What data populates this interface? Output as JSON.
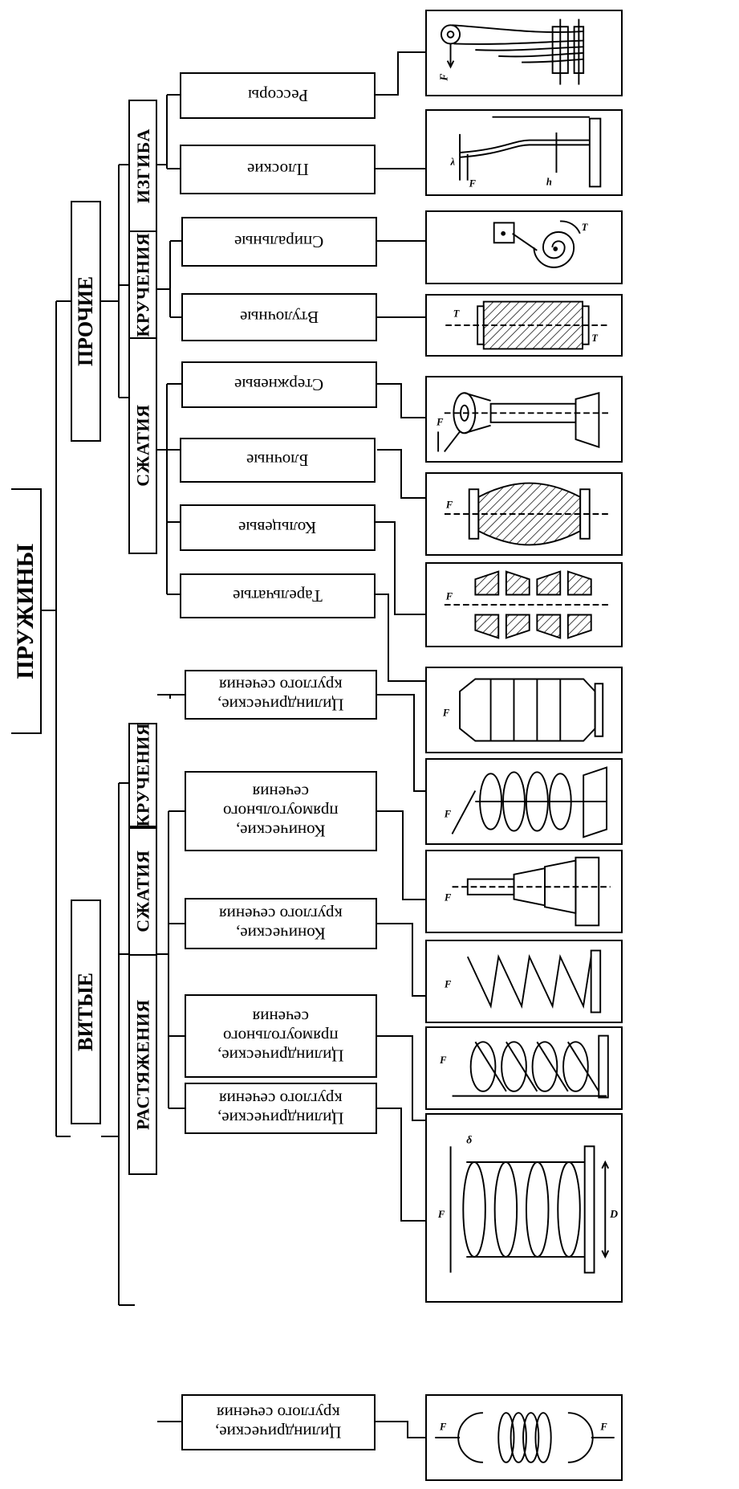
{
  "root": {
    "label": "ПРУЖИНЫ"
  },
  "groups": {
    "vitye": "ВИТЫЕ",
    "prochie": "ПРОЧИЕ"
  },
  "subgroups": {
    "rastyazheniya": "РАСТЯЖЕНИЯ",
    "szhatiya_vitye": "СЖАТИЯ",
    "krucheniya_vitye": "КРУЧЕНИЯ",
    "szhatiya_prochie": "СЖАТИЯ",
    "krucheniya_prochie": "КРУЧЕНИЯ",
    "izgiba": "ИЗГИБА"
  },
  "leaves": {
    "ressory": "Рессоры",
    "ploskie": "Плоские",
    "spiralnye": "Спиральные",
    "vtulochnye": "Втулочные",
    "sterzhnevye": "Стержневые",
    "blochnye": "Блочные",
    "koltsevye": "Кольцевые",
    "tarelchatye": "Тарельчатые",
    "cil_kruch": "Цилиндрические,\nкруглого сечения",
    "kon_pryam": "Конические,\nпрямоугольного\nсечения",
    "kon_krug": "Конические,\nкруглого сечения",
    "cil_pryam": "Цилиндрические,\nпрямоугольного\nсечения",
    "cil_krug_szh": "Цилиндрические,\nкруглого сечения",
    "cil_krug_rast": "Цилиндрические,\nкруглого сечения"
  },
  "figure_labels": {
    "force": "F",
    "torque": "T",
    "lambda": "λ",
    "h": "h",
    "D": "D",
    "delta": "δ"
  }
}
